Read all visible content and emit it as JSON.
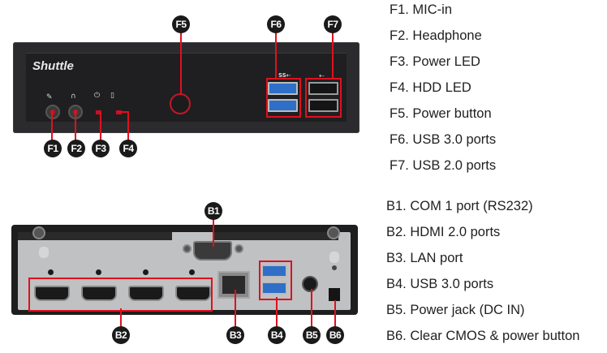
{
  "front_panel": {
    "brand": "Shuttle",
    "callouts": [
      "F1",
      "F2",
      "F3",
      "F4",
      "F5",
      "F6",
      "F7"
    ],
    "usb3_symbol": "SS⇠",
    "usb2_symbol": "⇠",
    "icons": [
      "microphone-icon",
      "headphone-icon",
      "power-icon",
      "hdd-icon"
    ]
  },
  "back_panel": {
    "callouts": [
      "B1",
      "B2",
      "B3",
      "B4",
      "B5",
      "B6"
    ]
  },
  "legend_front": [
    "F1. MIC-in",
    "F2. Headphone",
    "F3. Power LED",
    "F4. HDD LED",
    "F5. Power button",
    "F6. USB 3.0 ports",
    "F7. USB 2.0 ports"
  ],
  "legend_back": [
    "B1. COM 1 port (RS232)",
    "B2. HDMI 2.0 ports",
    "B3. LAN port",
    "B4. USB 3.0 ports",
    "B5. Power jack (DC IN)",
    "B6. Clear CMOS & power button"
  ],
  "colors": {
    "callout_bg": "#1a1a1a",
    "highlight": "#e0101e",
    "usb3_blue": "#2f6fc8"
  }
}
